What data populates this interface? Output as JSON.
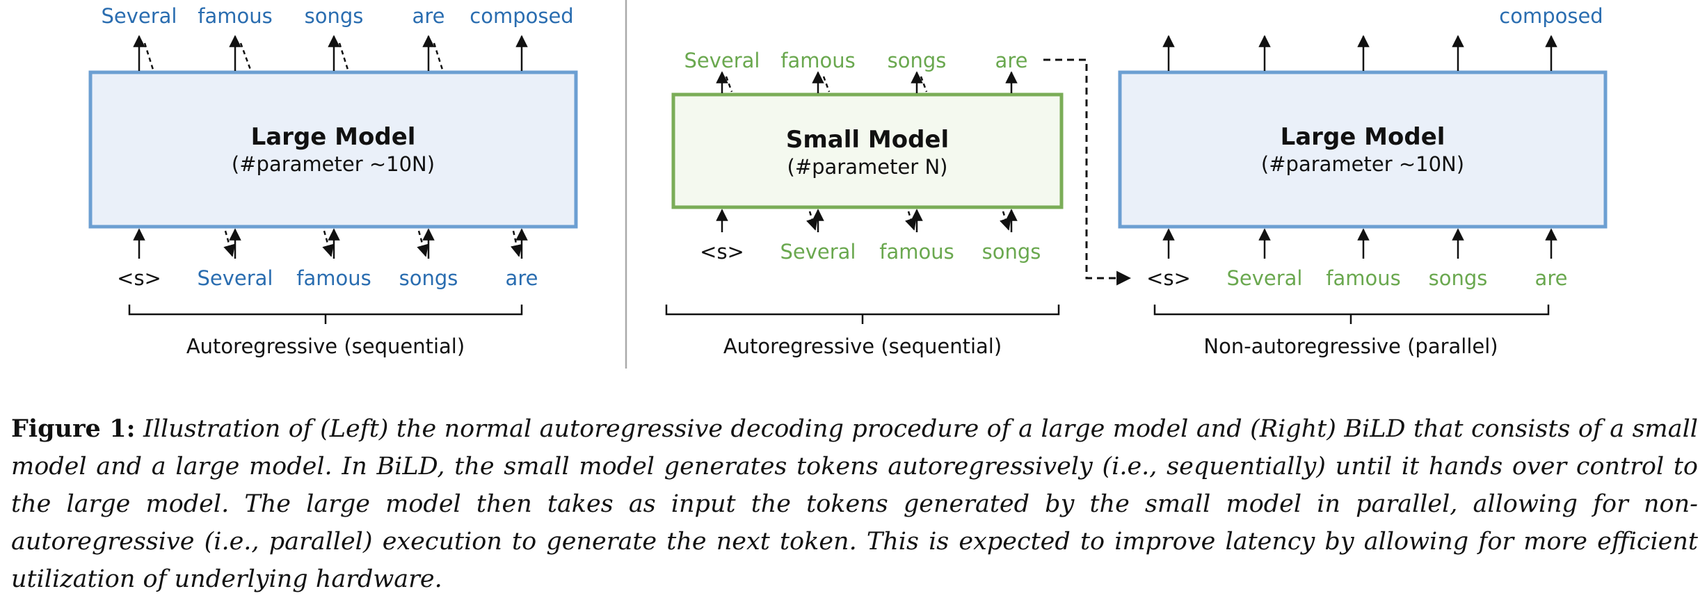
{
  "left_panel": {
    "box_title": "Large Model",
    "box_sub": "(#parameter ~10N)",
    "outputs": [
      "Several",
      "famous",
      "songs",
      "are",
      "composed"
    ],
    "inputs": [
      "<s>",
      "Several",
      "famous",
      "songs",
      "are"
    ],
    "brace_label": "Autoregressive (sequential)"
  },
  "small_panel": {
    "box_title": "Small Model",
    "box_sub": "(#parameter N)",
    "outputs": [
      "Several",
      "famous",
      "songs",
      "are"
    ],
    "inputs": [
      "<s>",
      "Several",
      "famous",
      "songs"
    ],
    "brace_label": "Autoregressive (sequential)"
  },
  "right_panel": {
    "box_title": "Large Model",
    "box_sub": "(#parameter ~10N)",
    "outputs": [
      "composed"
    ],
    "inputs": [
      "<s>",
      "Several",
      "famous",
      "songs",
      "are"
    ],
    "brace_label": "Non-autoregressive (parallel)"
  },
  "colors": {
    "large_fill": "#eaf0f9",
    "large_stroke": "#6c9fd2",
    "small_fill": "#f4f9ef",
    "small_stroke": "#7aad57",
    "blue_text": "#2a6db0",
    "green_text": "#6aa84f"
  },
  "caption": {
    "label": "Figure 1:",
    "text": "Illustration of (Left) the normal autoregressive decoding procedure of a large model and (Right) BiLD that consists of a small model and a large model. In BiLD, the small model generates tokens autoregressively (i.e., sequentially) until it hands over control to the large model. The large model then takes as input the tokens generated by the small model in parallel, allowing for non-autoregressive (i.e., parallel) execution to generate the next token. This is expected to improve latency by allowing for more efficient utilization of underlying hardware."
  }
}
